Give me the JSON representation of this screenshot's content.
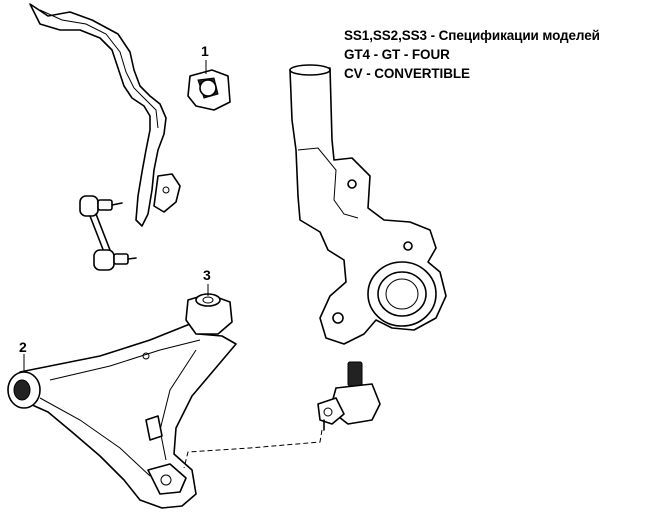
{
  "legend": {
    "line1": "SS1,SS2,SS3 - Спецификации моделей",
    "line2": "GT4 - GT - FOUR",
    "line3": "CV - CONVERTIBLE"
  },
  "callouts": {
    "part1": "1",
    "part2": "2",
    "part3": "3"
  }
}
